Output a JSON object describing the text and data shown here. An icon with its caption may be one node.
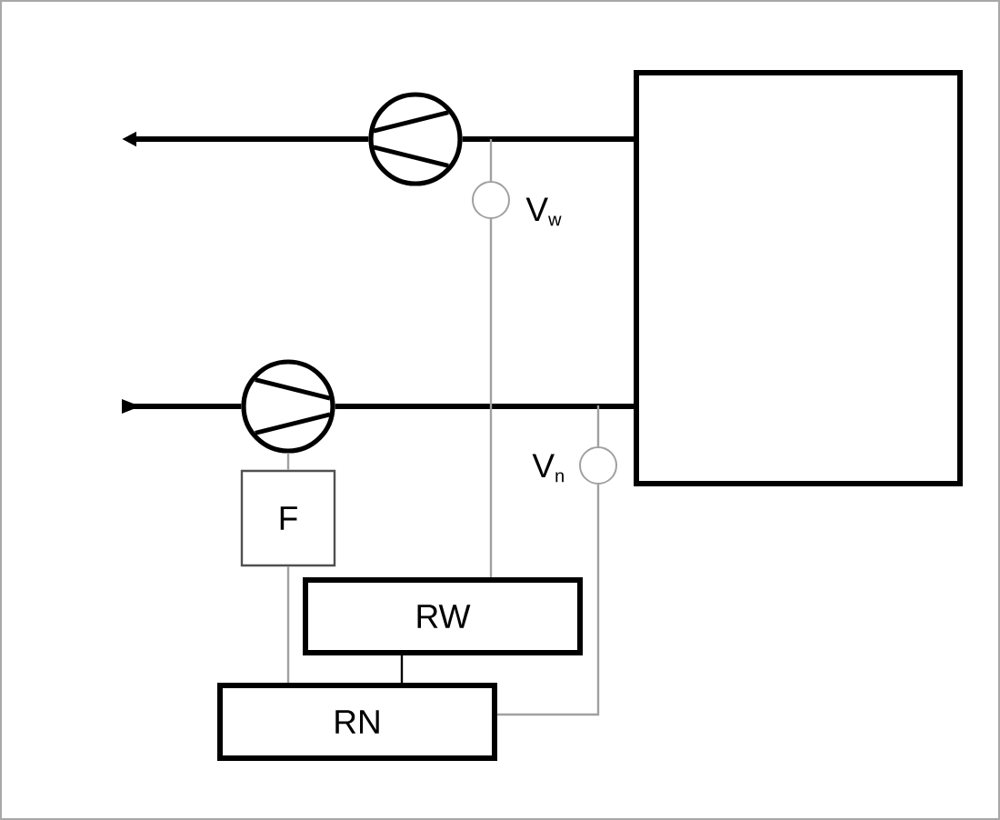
{
  "diagram": {
    "nodes": [
      {
        "text": [],
        "shape": "box"
      },
      {
        "text": [],
        "shape": "circle"
      },
      {
        "text": [],
        "shape": "circle",
        "beside": [
          "V$_{w}$"
        ]
      },
      {
        "text": [],
        "shape": "circle"
      },
      {
        "text": [],
        "shape": "circle",
        "beside": [
          "V$_{n}$"
        ]
      },
      {
        "text": [
          "F"
        ]
      },
      {
        "text": [
          "RW"
        ]
      },
      {
        "text": [
          "RN"
        ]
      }
    ],
    "edges": [
      {
        "from": 1,
        "to": null,
        "arrow": "to",
        "style": "thick",
        "color": "#000000"
      },
      {
        "from": 0,
        "to": 1,
        "arrow": "none",
        "style": "thick",
        "color": "#000000"
      },
      {
        "from": null,
        "to": 2,
        "arrow": "none"
      },
      {
        "from": null,
        "to": 3,
        "arrow": "to",
        "style": "thick",
        "color": "#000000"
      },
      {
        "from": 3,
        "to": 0,
        "arrow": "none",
        "style": "thick",
        "color": "#000000"
      },
      {
        "from": null,
        "to": 4,
        "arrow": "none"
      },
      {
        "from": 2,
        "to": 6,
        "arrow": "none"
      },
      {
        "from": 3,
        "to": 5,
        "arrow": "none"
      },
      {
        "from": 4,
        "to": 7,
        "arrow": "none"
      },
      {
        "from": 5,
        "to": 7,
        "arrow": "none"
      },
      {
        "from": 6,
        "to": 7,
        "arrow": "none",
        "color": "#000000"
      }
    ]
  }
}
